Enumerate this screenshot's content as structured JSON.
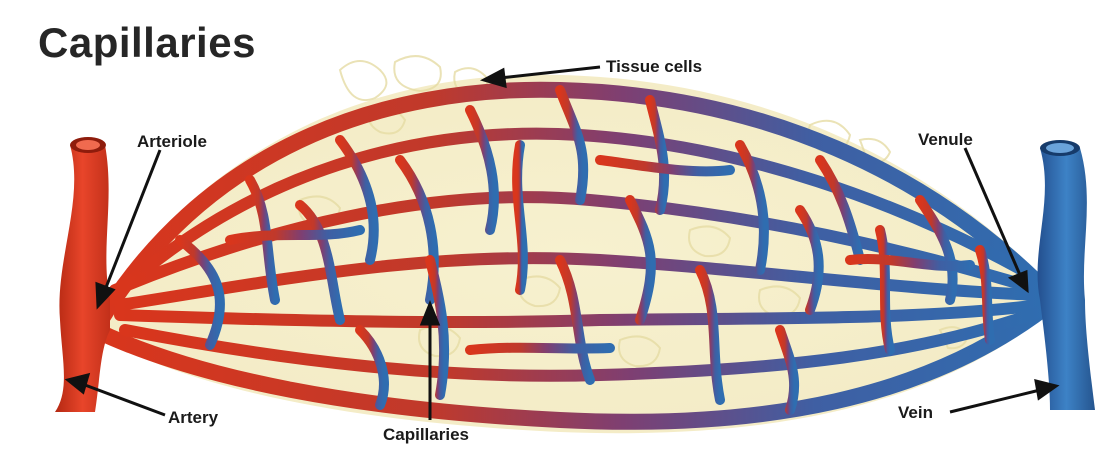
{
  "diagram": {
    "title": "Capillaries",
    "labels": {
      "tissue_cells": "Tissue cells",
      "arteriole": "Arteriole",
      "venule": "Venule",
      "artery": "Artery",
      "capillaries": "Capillaries",
      "vein": "Vein"
    }
  },
  "colors": {
    "artery": "#e03a1e",
    "artery_dark": "#a8220f",
    "vein": "#2f6db0",
    "vein_dark": "#1c4880",
    "mid": "#7a3a6a",
    "tissue_bg": "#f4edc4",
    "tissue_cell": "#e2d89c",
    "label_text": "#1a1a1a"
  }
}
